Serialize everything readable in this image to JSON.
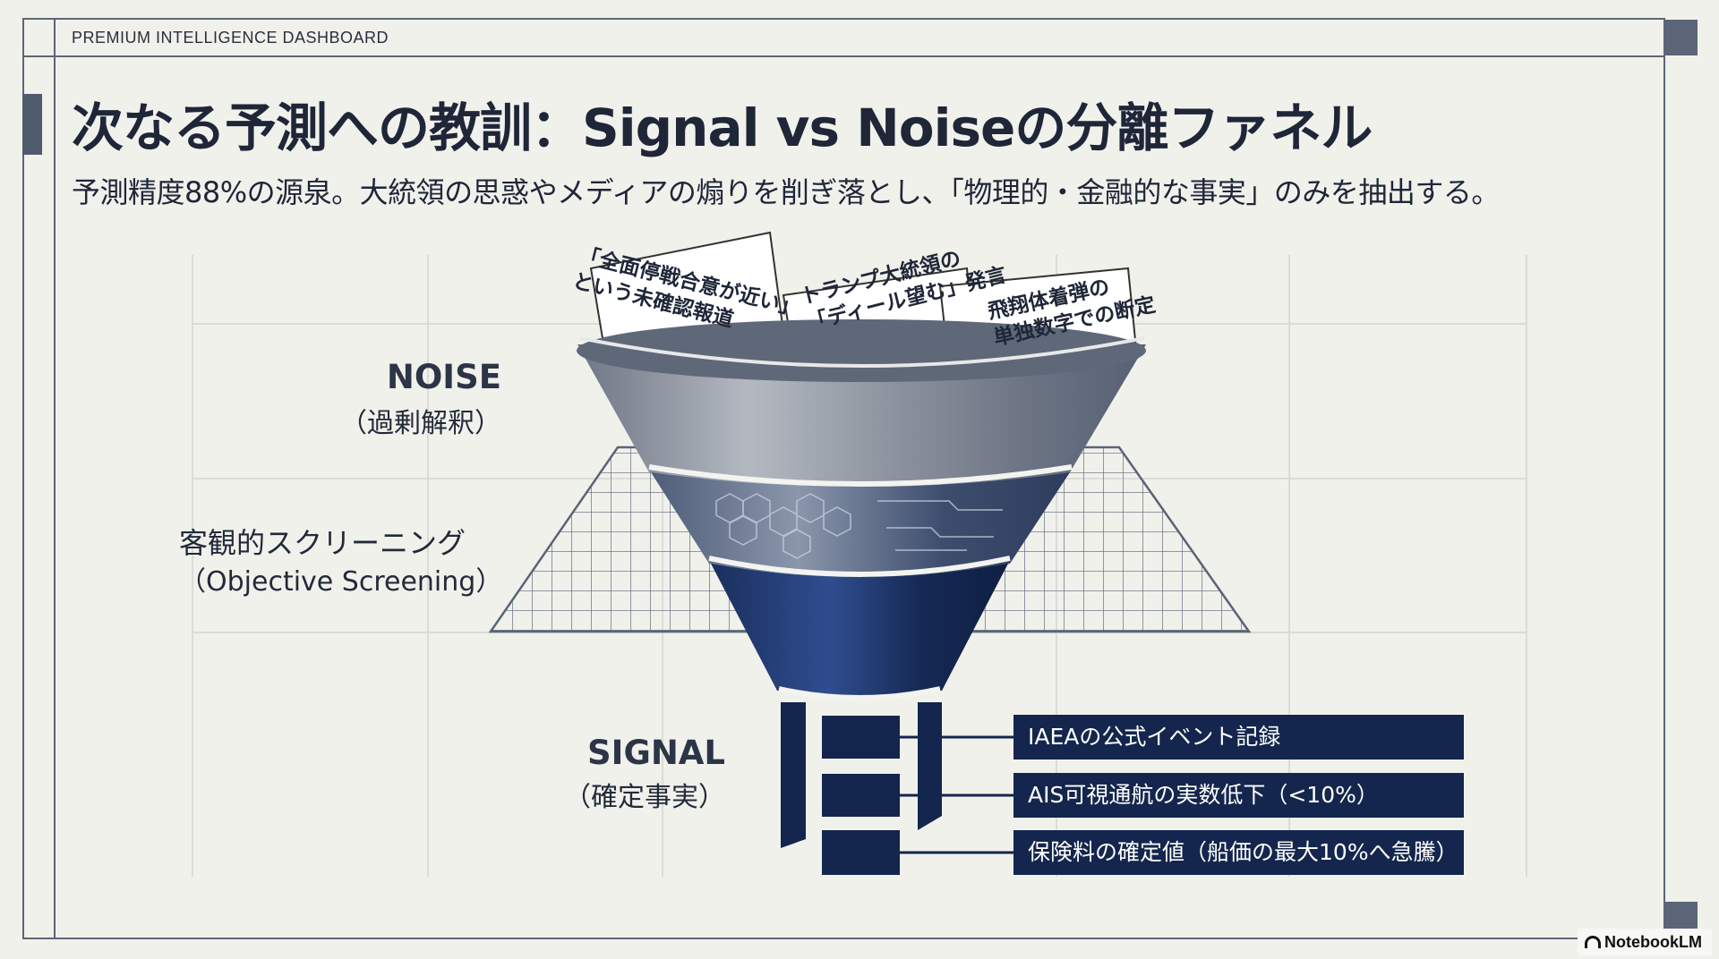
{
  "header": {
    "dashboard_label": "PREMIUM INTELLIGENCE DASHBOARD",
    "title": "次なる予測への教訓：Signal vs Noiseの分離ファネル",
    "subtitle": "予測精度88%の源泉。大統領の思惑やメディアの煽りを削ぎ落とし、「物理的・金融的な事実」のみを抽出する。"
  },
  "funnel": {
    "noise": {
      "label": "NOISE",
      "sublabel": "（過剰解釈）"
    },
    "screening": {
      "label": "客観的スクリーニング",
      "sublabel": "（Objective Screening）"
    },
    "signal": {
      "label": "SIGNAL",
      "sublabel": "（確定事実）"
    },
    "noise_items": [
      {
        "line1": "「全面停戦合意が近い」",
        "line2": "という未確認報道"
      },
      {
        "line1": "トランプ大統領の",
        "line2": "「ディール望む」発言"
      },
      {
        "line1": "飛翔体着弾の",
        "line2": "単独数字での断定"
      }
    ],
    "signal_items": [
      "IAEAの公式イベント記録",
      "AIS可視通航の実数低下（<10%）",
      "保険料の確定値（船価の最大10%へ急騰）"
    ],
    "colors": {
      "noise_grey": "#8e96a3",
      "screening_blue": "#3b4f76",
      "signal_navy": "#14264d"
    }
  },
  "branding": {
    "watermark": "NotebookLM"
  }
}
